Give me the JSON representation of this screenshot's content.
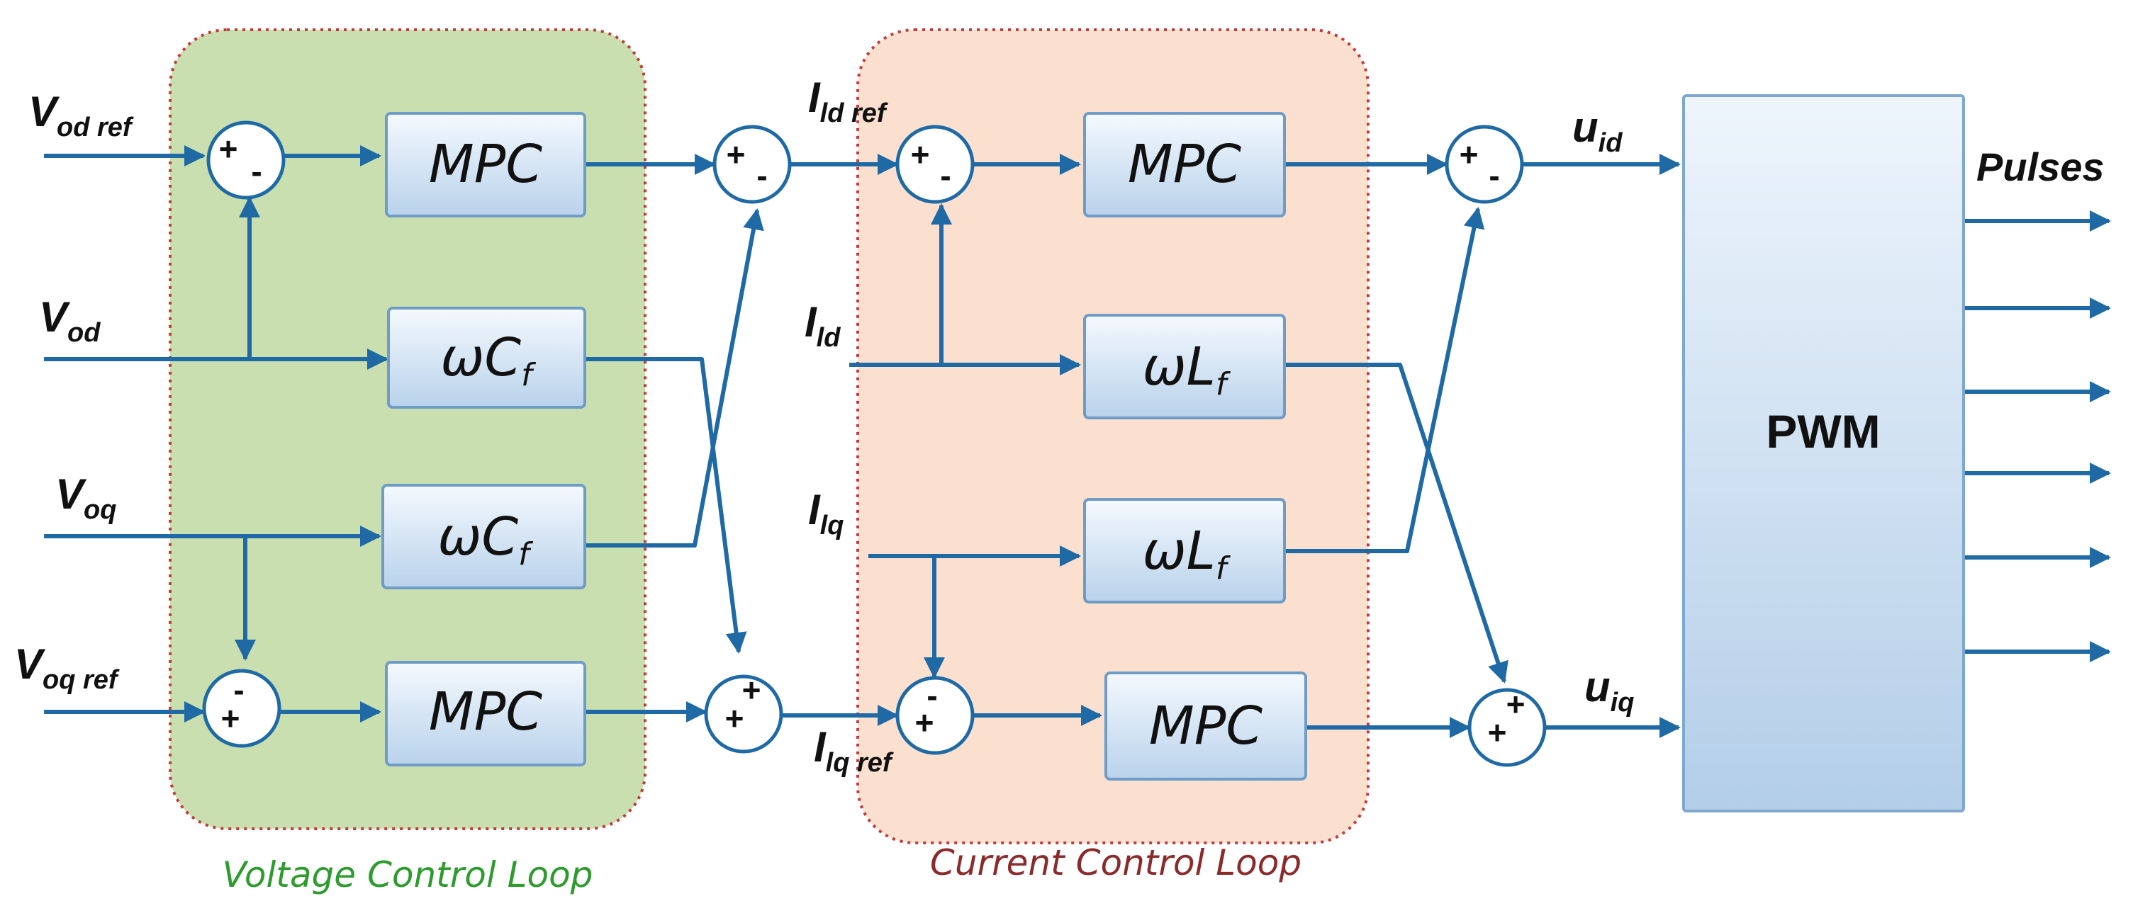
{
  "loops": {
    "voltage_label": "Voltage Control Loop",
    "current_label": "Current Control Loop",
    "voltage_color": "#c9dfb0",
    "current_color": "#fbe0cf",
    "voltage_label_color": "#2e9b2e",
    "current_label_color": "#8b2a2a",
    "border_color": "#c23b3b"
  },
  "blocks": {
    "mpc": "MPC",
    "omega": "ω",
    "c_f": "C",
    "l_f": "L",
    "f_sub": "f",
    "pwm": "PWM"
  },
  "signals": {
    "v": "V",
    "i": "I",
    "u": "u",
    "od_ref": "od ref",
    "od": "od",
    "oq": "oq",
    "oq_ref": "oq ref",
    "ld_ref": "ld ref",
    "ld": "ld",
    "lq": "lq",
    "lq_ref": "lq ref",
    "id": "id",
    "iq": "iq",
    "pulses": "Pulses"
  },
  "signs": {
    "plus": "+",
    "minus": "-"
  },
  "colors": {
    "wire": "#1f6aa5",
    "block_top": "#f3f8fd",
    "block_bottom": "#bcd4ec"
  }
}
